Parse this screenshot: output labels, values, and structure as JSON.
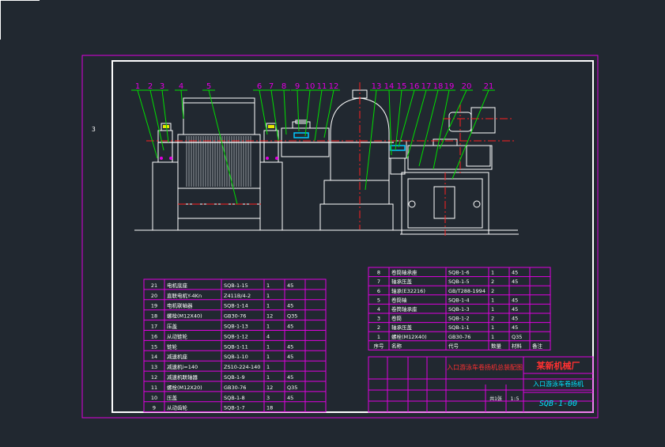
{
  "ucs_marker": "3",
  "balloons": [
    "1",
    "2",
    "3",
    "4",
    "5",
    "6",
    "7",
    "8",
    "9",
    "10",
    "11",
    "12",
    "13",
    "14",
    "15",
    "16",
    "17",
    "18",
    "19",
    "20",
    "21"
  ],
  "bom_left": [
    [
      "21",
      "电机底座",
      "SQB-1-15",
      "1",
      "45",
      ""
    ],
    [
      "20",
      "直联电机Y-4Kn",
      "Z411B/4-2",
      "1",
      "",
      ""
    ],
    [
      "19",
      "电机联轴器",
      "SQB-1-14",
      "1",
      "45",
      ""
    ],
    [
      "18",
      "螺栓(M12X40)",
      "GB30-76",
      "12",
      "Q35",
      ""
    ],
    [
      "17",
      "压盖",
      "SQB-1-13",
      "1",
      "45",
      ""
    ],
    [
      "16",
      "从动链轮",
      "SQB-1-12",
      "4",
      "",
      ""
    ],
    [
      "15",
      "链轮",
      "SQB-1-11",
      "1",
      "45",
      ""
    ],
    [
      "14",
      "减速机座",
      "SQB-1-10",
      "1",
      "45",
      ""
    ],
    [
      "13",
      "减速机i=140",
      "ZS10-224-140",
      "1",
      "",
      ""
    ],
    [
      "12",
      "减速机联轴器",
      "SQB-1-9",
      "1",
      "45",
      ""
    ],
    [
      "11",
      "螺栓(M12X20)",
      "GB30-76",
      "12",
      "Q35",
      ""
    ],
    [
      "10",
      "压盖",
      "SQB-1-8",
      "3",
      "45",
      ""
    ],
    [
      "9",
      "从动齿轮",
      "SQB-1-7",
      "18",
      "",
      ""
    ]
  ],
  "bom_right": [
    [
      "8",
      "卷筒轴承座",
      "SQB-1-6",
      "1",
      "45",
      ""
    ],
    [
      "7",
      "轴承压盖",
      "SQB-1-5",
      "2",
      "45",
      ""
    ],
    [
      "6",
      "轴承(E32216)",
      "GB/T288-1994",
      "2",
      "",
      ""
    ],
    [
      "5",
      "卷筒轴",
      "SQB-1-4",
      "1",
      "45",
      ""
    ],
    [
      "4",
      "卷筒轴承座",
      "SQB-1-3",
      "1",
      "45",
      ""
    ],
    [
      "3",
      "卷筒",
      "SQB-1-2",
      "2",
      "45",
      ""
    ],
    [
      "2",
      "轴承压盖",
      "SQB-1-1",
      "1",
      "45",
      ""
    ],
    [
      "1",
      "螺栓(M12X40)",
      "GB30-76",
      "1",
      "Q35",
      ""
    ]
  ],
  "bom_header": [
    "序号",
    "名称",
    "代号",
    "数量",
    "材料",
    "备注"
  ],
  "title_block": {
    "drawing_title": "入口游泳车卷扬机总装配图",
    "company": "某新机械厂",
    "machine_name": "入口游泳车卷扬机",
    "drawing_code": "SQB-1-00",
    "scale": "1:5",
    "sheet": "共1张"
  },
  "colors": {
    "background": "#212830",
    "border": "#ffffff",
    "frame": "#e000e0",
    "table": "#e000e0",
    "drawing": "#ffffff",
    "leader": "#00e000",
    "balloon_text": "#e000e0",
    "centerline": "#ff2020",
    "text": "#ffffff",
    "code_text": "#ffffff",
    "title_red": "#ff3030",
    "title_cyan": "#00e5ff"
  }
}
